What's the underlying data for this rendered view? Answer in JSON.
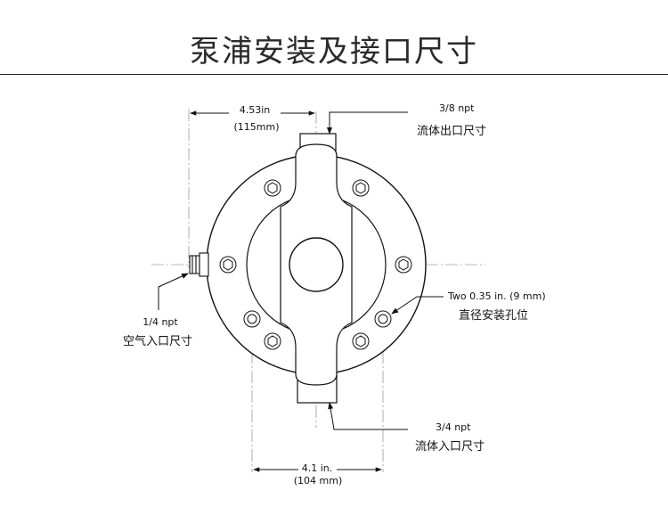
{
  "title": "泵浦安装及接口尺寸",
  "labels": {
    "width_in": "4.53in",
    "width_mm": "(115mm)",
    "outlet_size": "3/8 npt",
    "outlet_name": "流体出口尺寸",
    "air_size": "1/4 npt",
    "air_name": "空气入口尺寸",
    "holes_size": "Two 0.35 in. (9 mm)",
    "holes_name": "直径安装孔位",
    "inlet_size": "3/4 npt",
    "inlet_name": "流体入口尺寸",
    "spacing_in": "4.1 in.",
    "spacing_mm": "(104 mm)"
  }
}
